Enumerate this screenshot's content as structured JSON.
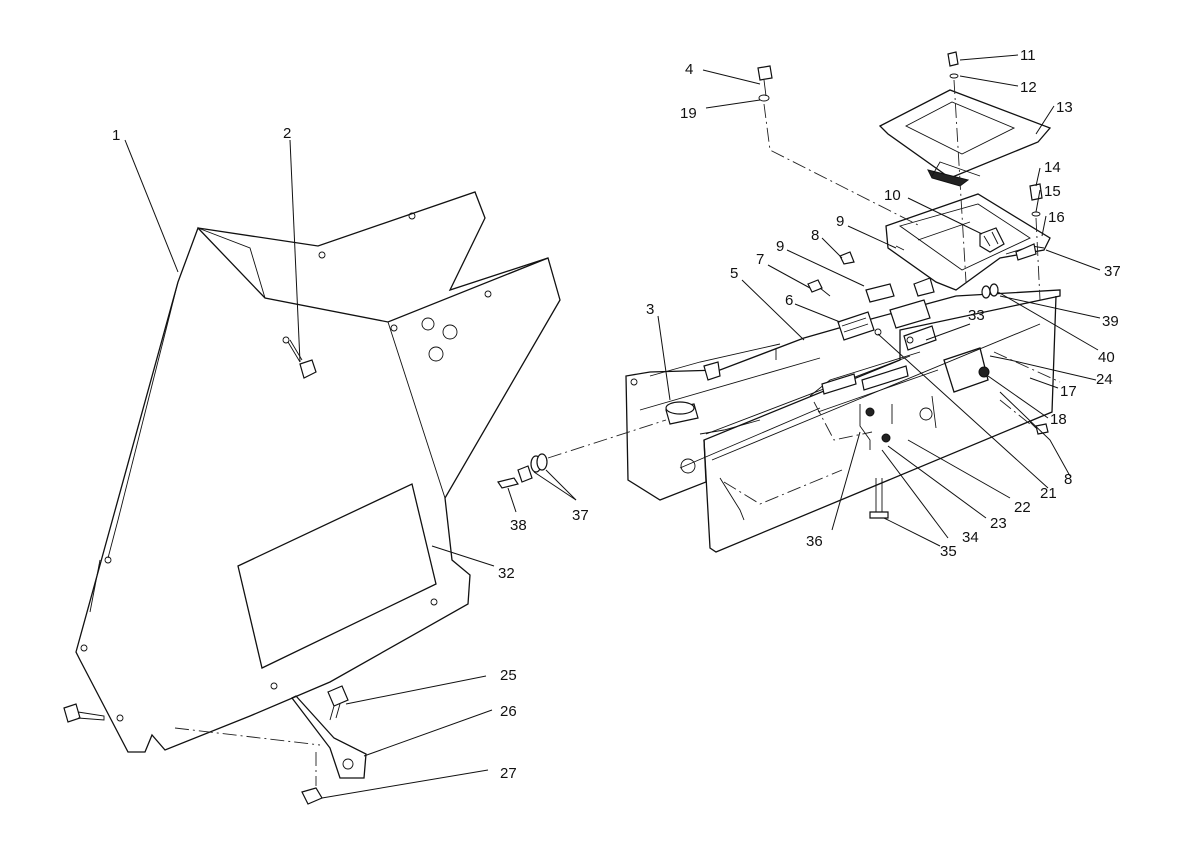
{
  "diagram": {
    "callouts": [
      {
        "id": "c1",
        "text": "1"
      },
      {
        "id": "c2",
        "text": "2"
      },
      {
        "id": "c3",
        "text": "3"
      },
      {
        "id": "c4",
        "text": "4"
      },
      {
        "id": "c5",
        "text": "5"
      },
      {
        "id": "c6",
        "text": "6"
      },
      {
        "id": "c7",
        "text": "7"
      },
      {
        "id": "c8a",
        "text": "8"
      },
      {
        "id": "c8b",
        "text": "8"
      },
      {
        "id": "c9a",
        "text": "9"
      },
      {
        "id": "c9b",
        "text": "9"
      },
      {
        "id": "c10",
        "text": "10"
      },
      {
        "id": "c11",
        "text": "11"
      },
      {
        "id": "c12",
        "text": "12"
      },
      {
        "id": "c13",
        "text": "13"
      },
      {
        "id": "c14",
        "text": "14"
      },
      {
        "id": "c15",
        "text": "15"
      },
      {
        "id": "c16",
        "text": "16"
      },
      {
        "id": "c17",
        "text": "17"
      },
      {
        "id": "c18",
        "text": "18"
      },
      {
        "id": "c19",
        "text": "19"
      },
      {
        "id": "c21",
        "text": "21"
      },
      {
        "id": "c22",
        "text": "22"
      },
      {
        "id": "c23",
        "text": "23"
      },
      {
        "id": "c24",
        "text": "24"
      },
      {
        "id": "c25",
        "text": "25"
      },
      {
        "id": "c26",
        "text": "26"
      },
      {
        "id": "c27",
        "text": "27"
      },
      {
        "id": "c32",
        "text": "32"
      },
      {
        "id": "c33",
        "text": "33"
      },
      {
        "id": "c34",
        "text": "34"
      },
      {
        "id": "c35",
        "text": "35"
      },
      {
        "id": "c36",
        "text": "36"
      },
      {
        "id": "c37a",
        "text": "37"
      },
      {
        "id": "c37b",
        "text": "37"
      },
      {
        "id": "c38",
        "text": "38"
      },
      {
        "id": "c39",
        "text": "39"
      },
      {
        "id": "c40",
        "text": "40"
      }
    ]
  }
}
